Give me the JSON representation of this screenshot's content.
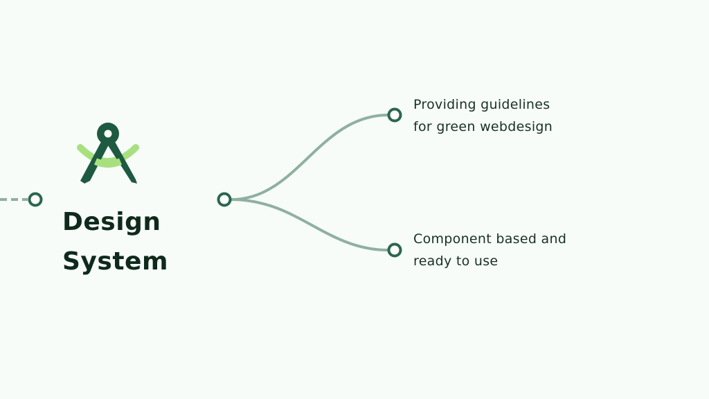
{
  "colors": {
    "background": "#f7fcf8",
    "connector": "#8fb0a0",
    "node_ring": "#2b6650",
    "logo_dark": "#1e5a41",
    "logo_light": "#a8e07f",
    "text": "#173024"
  },
  "icons": {
    "logo": "drafting-compass-icon"
  },
  "title": {
    "line1": "Design",
    "line2": "System"
  },
  "branches": [
    {
      "line1": "Providing guidelines",
      "line2": "for green webdesign"
    },
    {
      "line1": "Component based and",
      "line2": "ready to use"
    }
  ]
}
